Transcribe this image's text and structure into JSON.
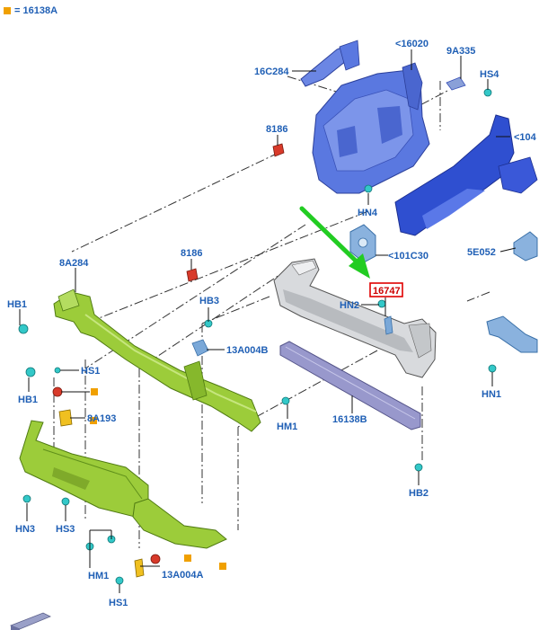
{
  "legend": {
    "text": "= 16138A",
    "color": "#f0a000"
  },
  "highlight": {
    "label": "16747",
    "box_color": "#e00000",
    "arrow_color": "#22cc22"
  },
  "labels": {
    "l_16020": "<16020",
    "l_9A335": "9A335",
    "l_HS4": "HS4",
    "l_16C284": "16C284",
    "l_104": "<104",
    "l_8186a": "8186",
    "l_HN4": "HN4",
    "l_101C30": "<101C30",
    "l_5E052": "5E052",
    "l_8A284": "8A284",
    "l_8186b": "8186",
    "l_HN2": "HN2",
    "l_HB1a": "HB1",
    "l_HB3": "HB3",
    "l_13A004B": "13A004B",
    "l_HN1": "HN1",
    "l_HS1a": "HS1",
    "l_HB1b": "HB1",
    "l_8A193": "8A193",
    "l_HM1a": "HM1",
    "l_16138B": "16138B",
    "l_HB2": "HB2",
    "l_HN3": "HN3",
    "l_HS3": "HS3",
    "l_HM1b": "HM1",
    "l_13A004A": "13A004A",
    "l_HS1b": "HS1"
  },
  "colors": {
    "blue_part": "#5a78e0",
    "blue_dark": "#2f4fd0",
    "green_part": "#9ccc3a",
    "grey_part": "#d8dadd",
    "purple_part": "#9898cc",
    "fastener_teal": "#33c8c8",
    "fastener_red": "#d83a2a",
    "fastener_yellow": "#f0c020",
    "orange_marker": "#f0a000"
  }
}
